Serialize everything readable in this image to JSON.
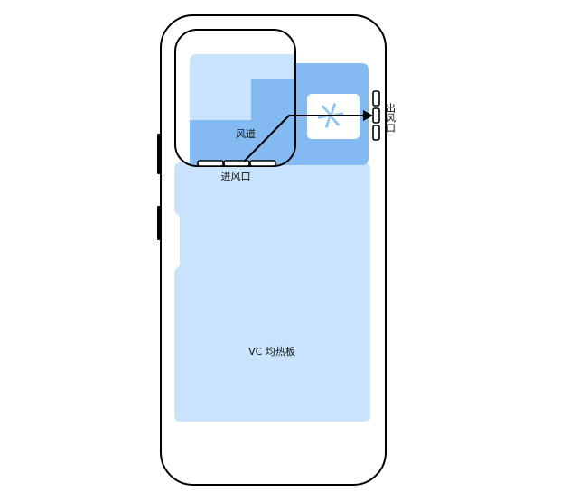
{
  "labels": {
    "air_duct": "风道",
    "air_inlet": "进风口",
    "air_outlet": "出风口",
    "vapor_chamber": "VC 均热板"
  },
  "colors": {
    "outline": "#000000",
    "vapor_chamber_fill": "#c8e3fb",
    "duct_fill": "#83baf2",
    "fan_housing_fill": "#ffffff",
    "fan_blade_fill": "#8cc4f4",
    "background": "#ffffff"
  },
  "icons": {
    "fan": "fan-icon",
    "arrow": "arrow-right-icon"
  }
}
